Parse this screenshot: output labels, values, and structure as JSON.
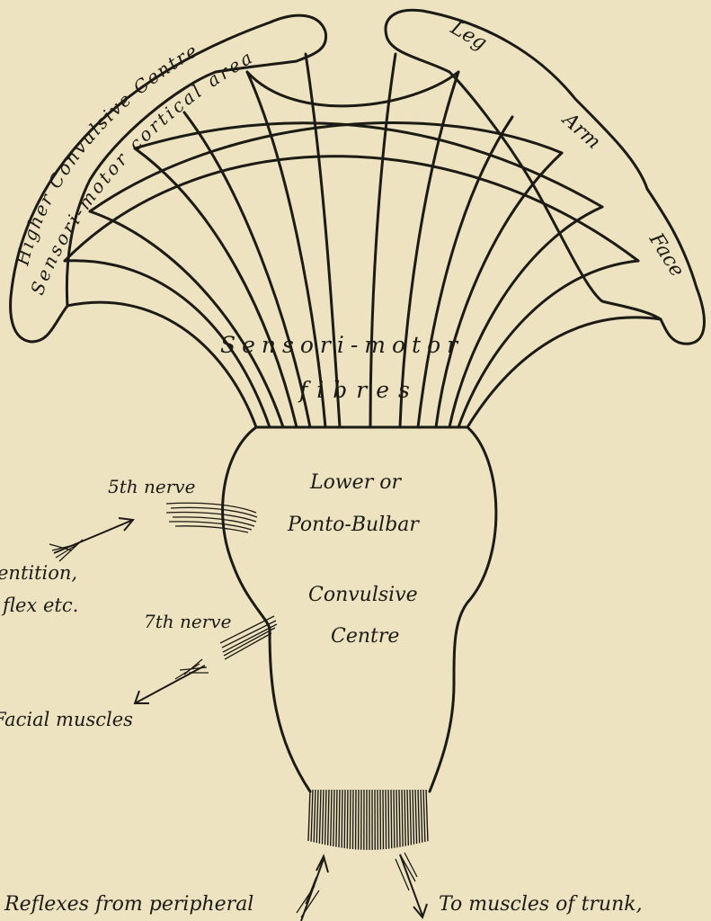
{
  "labels": {
    "higher_centre": "Higher Convulsive Centre",
    "cortical_area": "Sensori-motor cortical area",
    "leg": "Leg",
    "arm": "Arm",
    "face": "Face",
    "fibres_line1": "Sensori-motor",
    "fibres_line2": "fibres",
    "lower_line1": "Lower or",
    "lower_line2": "Ponto-Bulbar",
    "lower_line3": "Convulsive",
    "lower_line4": "Centre",
    "fifth_nerve": "5th nerve",
    "dentition_line1": "entition,",
    "dentition_line2": "flex etc.",
    "seventh_nerve": "7th nerve",
    "facial_muscles": "Facial muscles",
    "reflexes": "Reflexes from peripheral",
    "to_muscles": "To muscles of trunk,"
  }
}
